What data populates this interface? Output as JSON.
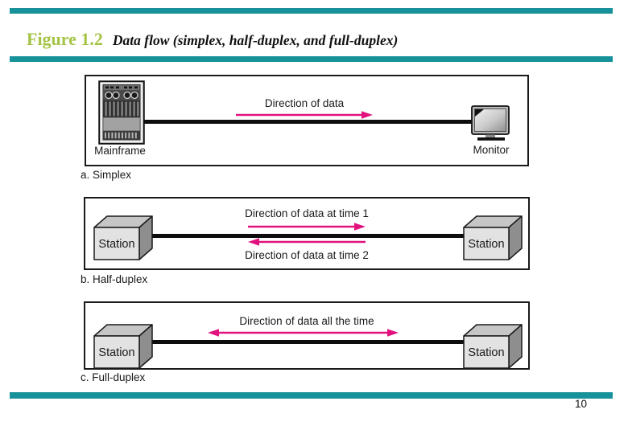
{
  "slide": {
    "title_label": "Figure 1.2",
    "title_text": "Data flow (simplex, half-duplex, and full-duplex)",
    "page_number": "10"
  },
  "colors": {
    "accent_teal": "#18929a",
    "title_green": "#a4c445",
    "arrow_pink": "#e1127e",
    "label_dark": "#1a1a1a"
  },
  "icons": {
    "mainframe": "mainframe-icon",
    "monitor": "monitor-icon",
    "station": "station-3d-box-icon",
    "flow_right": "arrow-right-icon",
    "flow_left": "arrow-left-icon",
    "flow_both": "arrow-double-icon"
  },
  "panels": [
    {
      "id": "simplex",
      "caption": "a. Simplex",
      "left_device": "Mainframe",
      "right_device": "Monitor",
      "flows": [
        {
          "label": "Direction of data",
          "direction": "right"
        }
      ]
    },
    {
      "id": "half-duplex",
      "caption": "b. Half-duplex",
      "left_device": "Station",
      "right_device": "Station",
      "flows": [
        {
          "label": "Direction of data at time 1",
          "direction": "right"
        },
        {
          "label": "Direction of data at time 2",
          "direction": "left"
        }
      ]
    },
    {
      "id": "full-duplex",
      "caption": "c. Full-duplex",
      "left_device": "Station",
      "right_device": "Station",
      "flows": [
        {
          "label": "Direction of data all the time",
          "direction": "both"
        }
      ]
    }
  ]
}
